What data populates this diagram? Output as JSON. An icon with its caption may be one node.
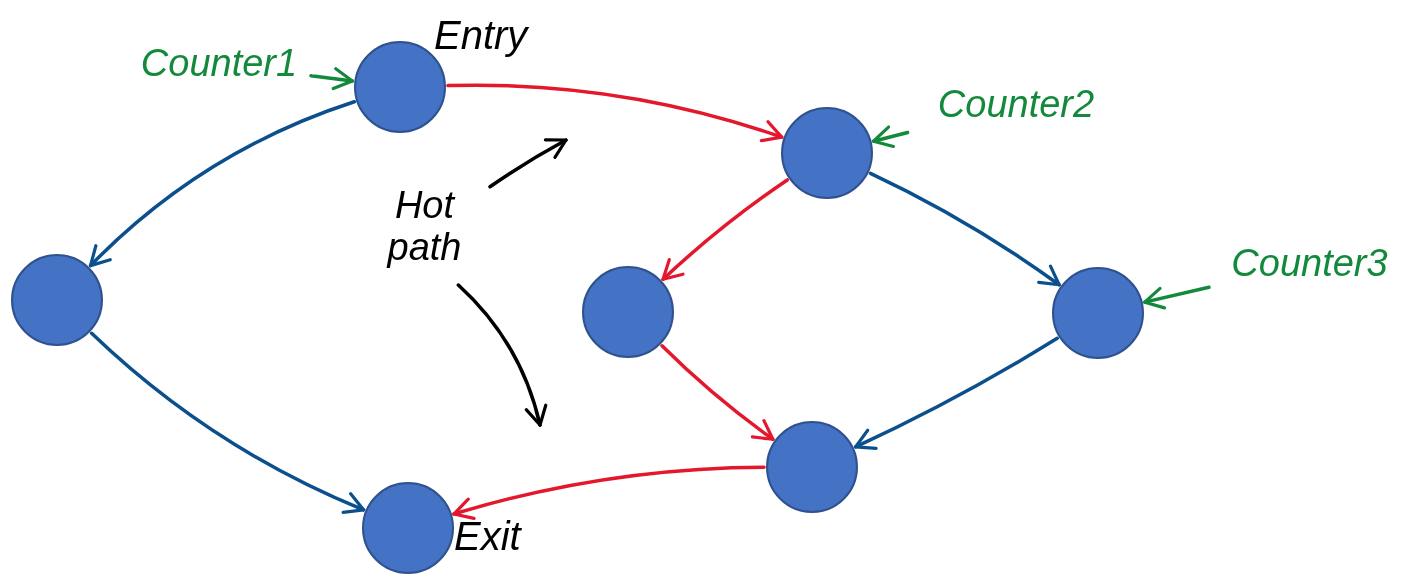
{
  "diagram": {
    "nodes": [
      {
        "text": [],
        "shape": "circle",
        "beside": [
          "Entry"
        ]
      },
      {
        "text": [],
        "shape": "circle"
      },
      {
        "text": [],
        "shape": "circle"
      },
      {
        "text": [],
        "shape": "circle"
      },
      {
        "text": [],
        "shape": "circle"
      },
      {
        "text": [],
        "shape": "circle"
      },
      {
        "text": [],
        "shape": "circle",
        "beside": [
          "Exit"
        ]
      },
      {
        "text": [
          "Counter1"
        ]
      },
      {
        "text": [
          "Counter2"
        ]
      },
      {
        "text": [
          "Counter3"
        ]
      },
      {
        "text": [
          "Hot path"
        ]
      }
    ],
    "edges": [
      {
        "from": 0,
        "to": 1,
        "arrow": "to",
        "color": "#e3182d"
      },
      {
        "from": 0,
        "to": 2,
        "arrow": "to",
        "color": "#0b4f8c"
      },
      {
        "from": 2,
        "to": 6,
        "arrow": "to",
        "color": "#0b4f8c"
      },
      {
        "from": 1,
        "to": 3,
        "arrow": "to",
        "color": "#e3182d"
      },
      {
        "from": 1,
        "to": 4,
        "arrow": "to",
        "color": "#0b4f8c"
      },
      {
        "from": 3,
        "to": 5,
        "arrow": "to",
        "color": "#e3182d"
      },
      {
        "from": 4,
        "to": 5,
        "arrow": "to",
        "color": "#0b4f8c"
      },
      {
        "from": 5,
        "to": 6,
        "arrow": "to",
        "color": "#e3182d"
      },
      {
        "from": 7,
        "to": 0,
        "arrow": "to",
        "color": "#13893b"
      },
      {
        "from": 8,
        "to": 1,
        "arrow": "to",
        "color": "#13893b"
      },
      {
        "from": 9,
        "to": 4,
        "arrow": "to",
        "color": "#13893b"
      },
      {
        "from": 10,
        "to": null,
        "arrow": "to",
        "color": "#000000"
      },
      {
        "from": 10,
        "to": null,
        "arrow": "to",
        "color": "#000000"
      }
    ]
  }
}
